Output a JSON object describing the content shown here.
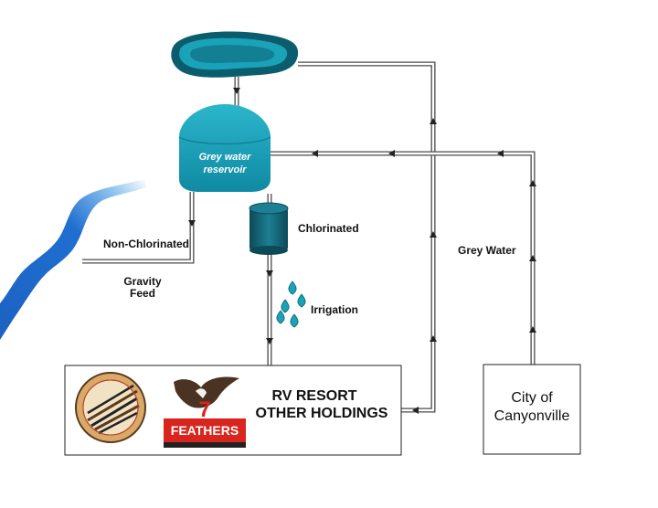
{
  "labels": {
    "reservoir_line1": "Grey water",
    "reservoir_line2": "reservoir",
    "non_chlorinated": "Non-Chlorinated",
    "gravity_line1": "Gravity",
    "gravity_line2": "Feed",
    "chlorinated": "Chlorinated",
    "irrigation": "Irrigation",
    "grey_water": "Grey Water",
    "rv_resort": "RV RESORT",
    "other_holdings": "OTHER HOLDINGS",
    "city_line1": "City of",
    "city_line2": "Canyonville",
    "feathers_number": "7",
    "feathers_word": "FEATHERS"
  },
  "colors": {
    "water_teal": "#1aa3b8",
    "water_dark": "#0b5d6e",
    "river_blue": "#1f6fd1",
    "pipe": "#4a4a4a",
    "logo_red": "#d8261f"
  }
}
